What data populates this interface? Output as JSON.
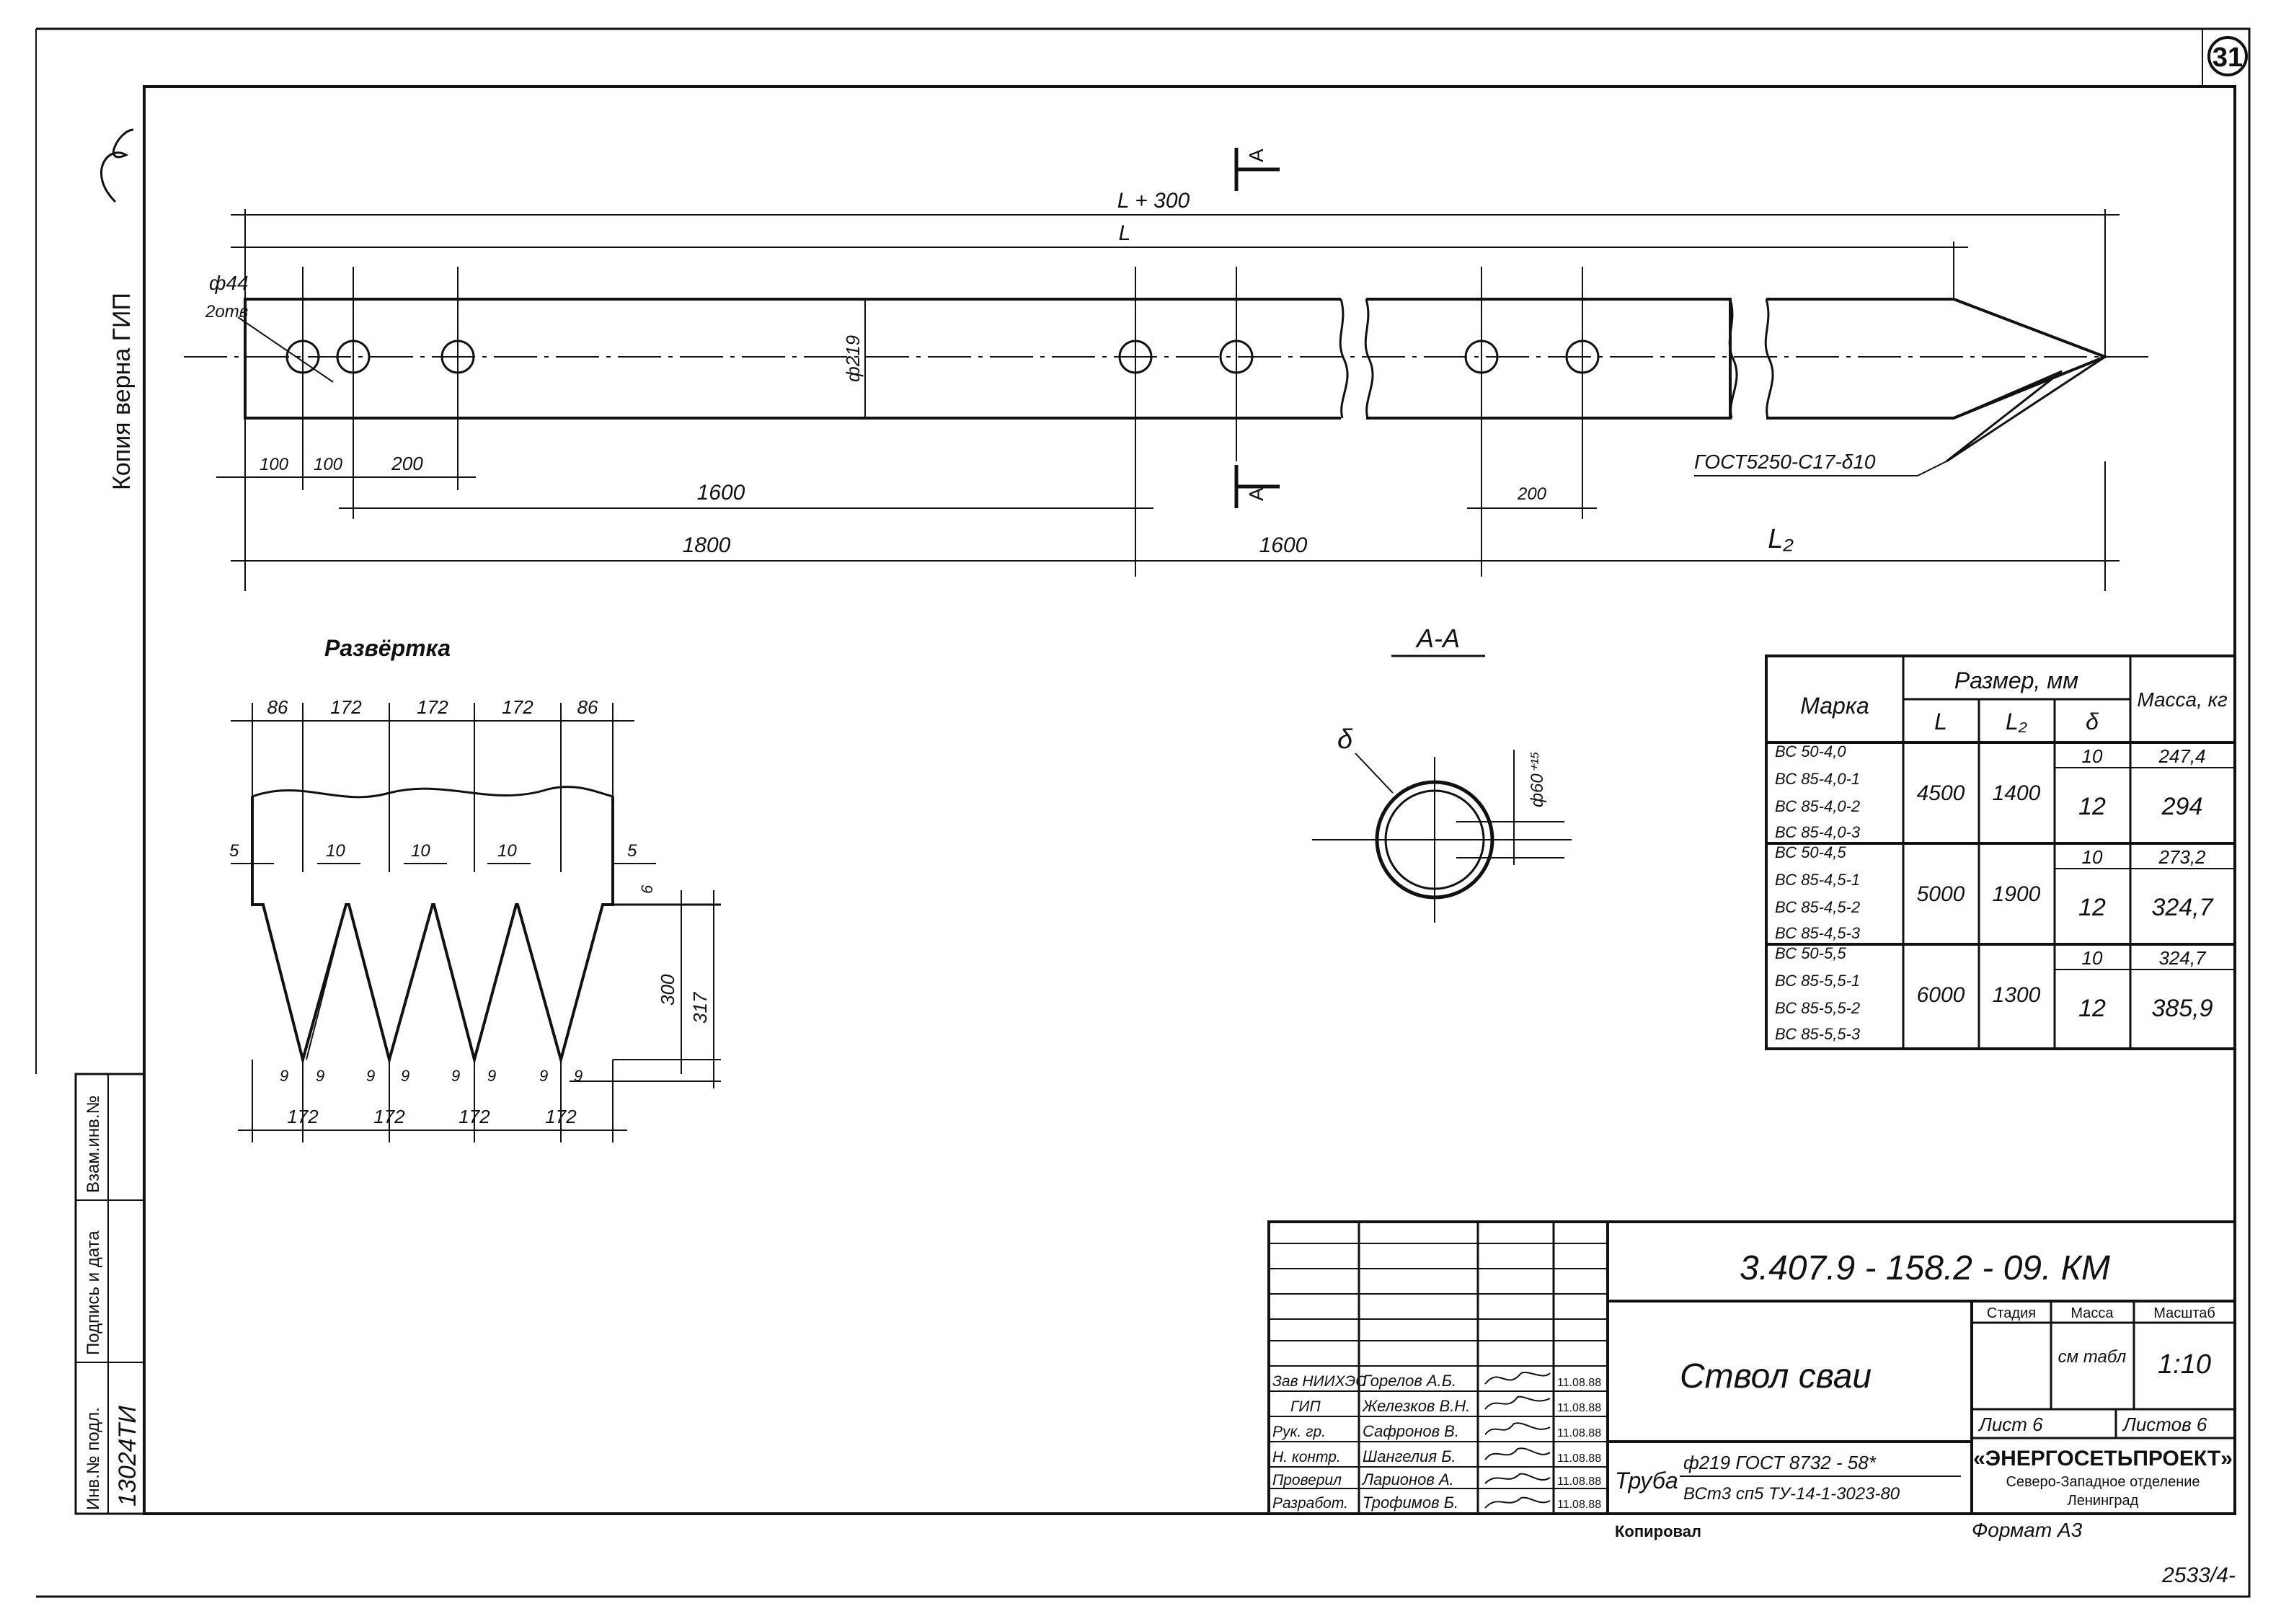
{
  "sheet": {
    "sheet_number_circle": "31",
    "side_note": "Копия верна  ГИП",
    "bottom_right_code": "2533/4-"
  },
  "main_view": {
    "dim_total": "L + 300",
    "dim_length": "L",
    "hole_callout_dia": "ф44",
    "hole_callout_count": "2отв",
    "pipe_dia": "ф219",
    "dim_100": "100",
    "dim_100b": "100",
    "dim_200": "200",
    "dim_1600_a": "1600",
    "dim_1800": "1800",
    "dim_1600_b": "1600",
    "dim_200_b": "200",
    "dim_l2": "L₂",
    "plate_note": "ГОСТ5250-С17-δ10",
    "section_mark": "А"
  },
  "development": {
    "title": "Развёртка",
    "top_dims": [
      "86",
      "172",
      "172",
      "172",
      "86"
    ],
    "slot_widths": [
      "5",
      "10",
      "10",
      "10",
      "5"
    ],
    "slot_depth": "6",
    "bottom_gaps": [
      "9",
      "9",
      "9",
      "9",
      "9",
      "9",
      "9",
      "9"
    ],
    "bottom_dims": [
      "172",
      "172",
      "172",
      "172"
    ],
    "dim_300": "300",
    "dim_317": "317"
  },
  "section": {
    "title": "А-А",
    "thickness_label": "δ",
    "bore_label": "ф60⁺¹⁵"
  },
  "spec_table": {
    "headers": {
      "mark": "Марка",
      "size": "Размер, мм",
      "mass": "Масса, кг",
      "l": "L",
      "l2": "L₂",
      "delta": "δ"
    },
    "groups": [
      {
        "marks": [
          "ВС 50-4,0",
          "ВС 85-4,0-1",
          "ВС 85-4,0-2",
          "ВС 85-4,0-3"
        ],
        "l": "4500",
        "l2": "1400",
        "rows": [
          {
            "delta": "10",
            "mass": "247,4"
          },
          {
            "delta": "12",
            "mass": "294"
          }
        ]
      },
      {
        "marks": [
          "ВС 50-4,5",
          "ВС 85-4,5-1",
          "ВС 85-4,5-2",
          "ВС 85-4,5-3"
        ],
        "l": "5000",
        "l2": "1900",
        "rows": [
          {
            "delta": "10",
            "mass": "273,2"
          },
          {
            "delta": "12",
            "mass": "324,7"
          }
        ]
      },
      {
        "marks": [
          "ВС 50-5,5",
          "ВС 85-5,5-1",
          "ВС 85-5,5-2",
          "ВС 85-5,5-3"
        ],
        "l": "6000",
        "l2": "1300",
        "rows": [
          {
            "delta": "10",
            "mass": "324,7"
          },
          {
            "delta": "12",
            "mass": "385,9"
          }
        ]
      }
    ]
  },
  "title_block": {
    "doc_code": "3.407.9 - 158.2 - 09. КМ",
    "title": "Ствол  сваи",
    "stage_label": "Стадия",
    "mass_label": "Масса",
    "scale_label": "Масштаб",
    "mass_value": "см табл",
    "scale_value": "1:10",
    "sheet_label": "Лист 6",
    "sheets_label": "Листов 6",
    "org": "«ЭНЕРГОСЕТЬПРОЕКТ»",
    "org_sub1": "Северо-Западное отделение",
    "org_sub2": "Ленинград",
    "material_label": "Труба",
    "material_line1": "ф219  ГОСТ 8732 - 58*",
    "material_line2": "ВСт3 сп5  ТУ-14-1-3023-80",
    "copied": "Копировал",
    "format": "Формат А3",
    "people": [
      {
        "role": "Зав НИИХЭС",
        "name": "Горелов А.Б.",
        "date": "11.08.88"
      },
      {
        "role": "ГИП",
        "name": "Железков В.Н.",
        "date": "11.08.88"
      },
      {
        "role": "Рук. гр.",
        "name": "Сафронов В.",
        "date": "11.08.88"
      },
      {
        "role": "Н. контр.",
        "name": "Шангелия Б.",
        "date": "11.08.88"
      },
      {
        "role": "Проверил",
        "name": "Ларионов А.",
        "date": "11.08.88"
      },
      {
        "role": "Разработ.",
        "name": "Трофимов Б.",
        "date": "11.08.88"
      }
    ]
  },
  "left_stamp": {
    "inv_label": "Инв.№ подл.",
    "sign_label": "Подпись и дата",
    "repl_label": "Взам.инв.№",
    "inv_value": "13024ТИ"
  }
}
